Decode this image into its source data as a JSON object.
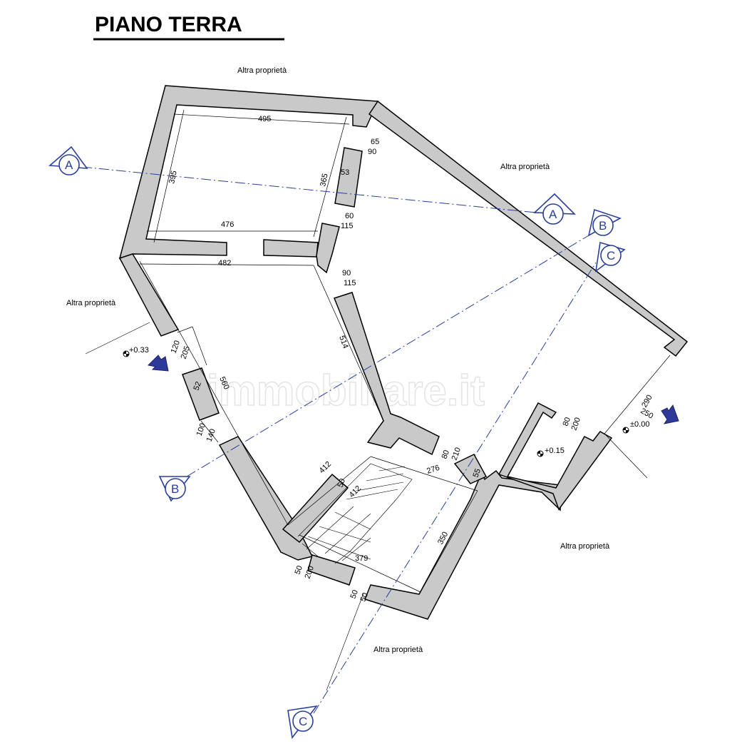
{
  "title": "PIANO TERRA",
  "watermark": "immobiliare.it",
  "neighbor_label": "Altra proprietà",
  "section_markers": {
    "a": "A",
    "b": "B",
    "c": "C"
  },
  "levels": {
    "left": "+0.33",
    "right": "±0.00",
    "small_room": "+0.15"
  },
  "dimensions": {
    "top_room_width": "495",
    "top_room_height_left": "395",
    "top_room_height_right": "365",
    "top_room_bottom_width": "476",
    "window_top_a_width": "65",
    "window_top_a_height": "90",
    "wall_piece_top": "53",
    "window_top_b_width": "60",
    "window_top_b_height": "115",
    "middle_room_width": "482",
    "door_right_a_width": "90",
    "door_right_a_height": "115",
    "middle_room_diagonal": "514",
    "left_window_width": "120",
    "left_window_height": "205",
    "left_wall_piece": "52",
    "middle_room_height": "560",
    "left_window_b_width": "100",
    "left_window_b_height": "140",
    "stair_left": "412",
    "stair_small_a": "50",
    "stair_small_b": "412",
    "bottom_room_width": "276",
    "bottom_window_width": "80",
    "bottom_window_height": "210",
    "bottom_wall_piece": "55",
    "bottom_room_height": "350",
    "bottom_room_length": "379",
    "bottom_left_window_width": "50",
    "bottom_left_window_height": "200",
    "bottom_door_width": "50",
    "bottom_door_height": "50",
    "small_room_window_width": "80",
    "small_room_window_height": "200",
    "entrance_width": "290",
    "entrance_height": "250"
  },
  "colors": {
    "wall_fill": "#c9c9c9",
    "section_blue": "#2a3f9c",
    "arrow_blue": "#2e3a9a"
  }
}
